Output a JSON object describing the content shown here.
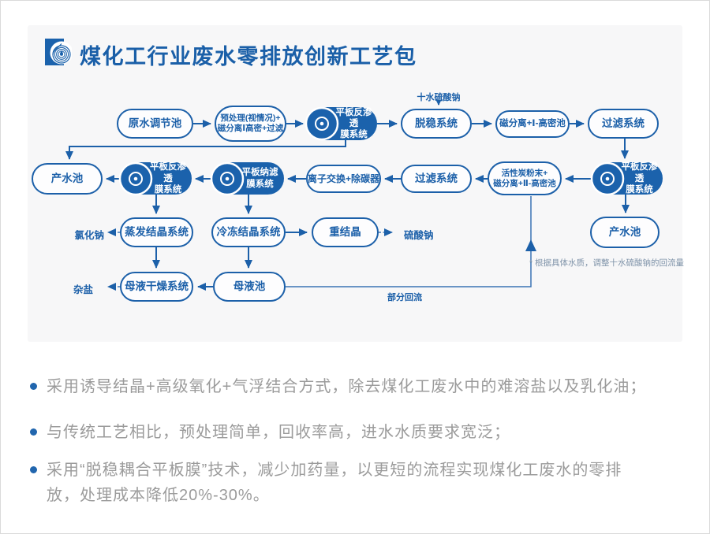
{
  "title": "煤化工行业废水零排放创新工艺包",
  "logo_icon": "water-drop-rings-icon",
  "colors": {
    "primary_blue": "#1c60a9",
    "filled_pill_blue": "#1b62ac",
    "card_background": "#f7f7f8",
    "bullet_text_gray": "#9b9b9b",
    "bullet_dot_blue": "#2166ae",
    "note_blue_gray": "#7f93a9"
  },
  "flowchart": {
    "nodes": {
      "raw_water_tank": "原水调节池",
      "pretreatment": "预处理(视情况)+\n磁分离Ⅰ高密+过滤",
      "flat_ro_1": "平板反渗透\n膜系统",
      "destabilization": "脱稳系统",
      "magnetic_separation_1": "磁分离+Ⅰ-高密池",
      "filtration_1": "过滤系统",
      "product_water_tank_1": "产水池",
      "flat_ro_2": "平板反渗透\n膜系统",
      "flat_nf": "平板纳滤\n膜系统",
      "ion_exchange": "离子交换+除碳器",
      "filtration_2": "过滤系统",
      "activated_carbon": "活性炭粉末+\n磁分离+Ⅱ-高密池",
      "flat_ro_3": "平板反渗透\n膜系统",
      "evaporation_crystallization": "蒸发结晶系统",
      "freezing_crystallization": "冷冻结晶系统",
      "recrystallization": "重结晶",
      "product_water_tank_2": "产水池",
      "mother_liquor_drying": "母液干燥系统",
      "mother_liquor_tank": "母液池"
    },
    "labels": {
      "sodium_sulfate_decahydrate": "十水硫酸钠",
      "sodium_chloride": "氯化钠",
      "sodium_sulfate": "硫酸钠",
      "mixed_salt": "杂盐",
      "partial_recycle": "部分回流",
      "note": "* 根据具体水质，调整十水硫酸钠的回流量"
    }
  },
  "bullets": [
    "采用诱导结晶+高级氧化+气浮结合方式，除去煤化工废水中的难溶盐以及乳化油；",
    "与传统工艺相比，预处理简单，回收率高，进水水质要求宽泛；",
    "采用“脱稳耦合平板膜”技术，减少加药量，以更短的流程实现煤化工废水的零排放，处理成本降低20%-30%。"
  ]
}
